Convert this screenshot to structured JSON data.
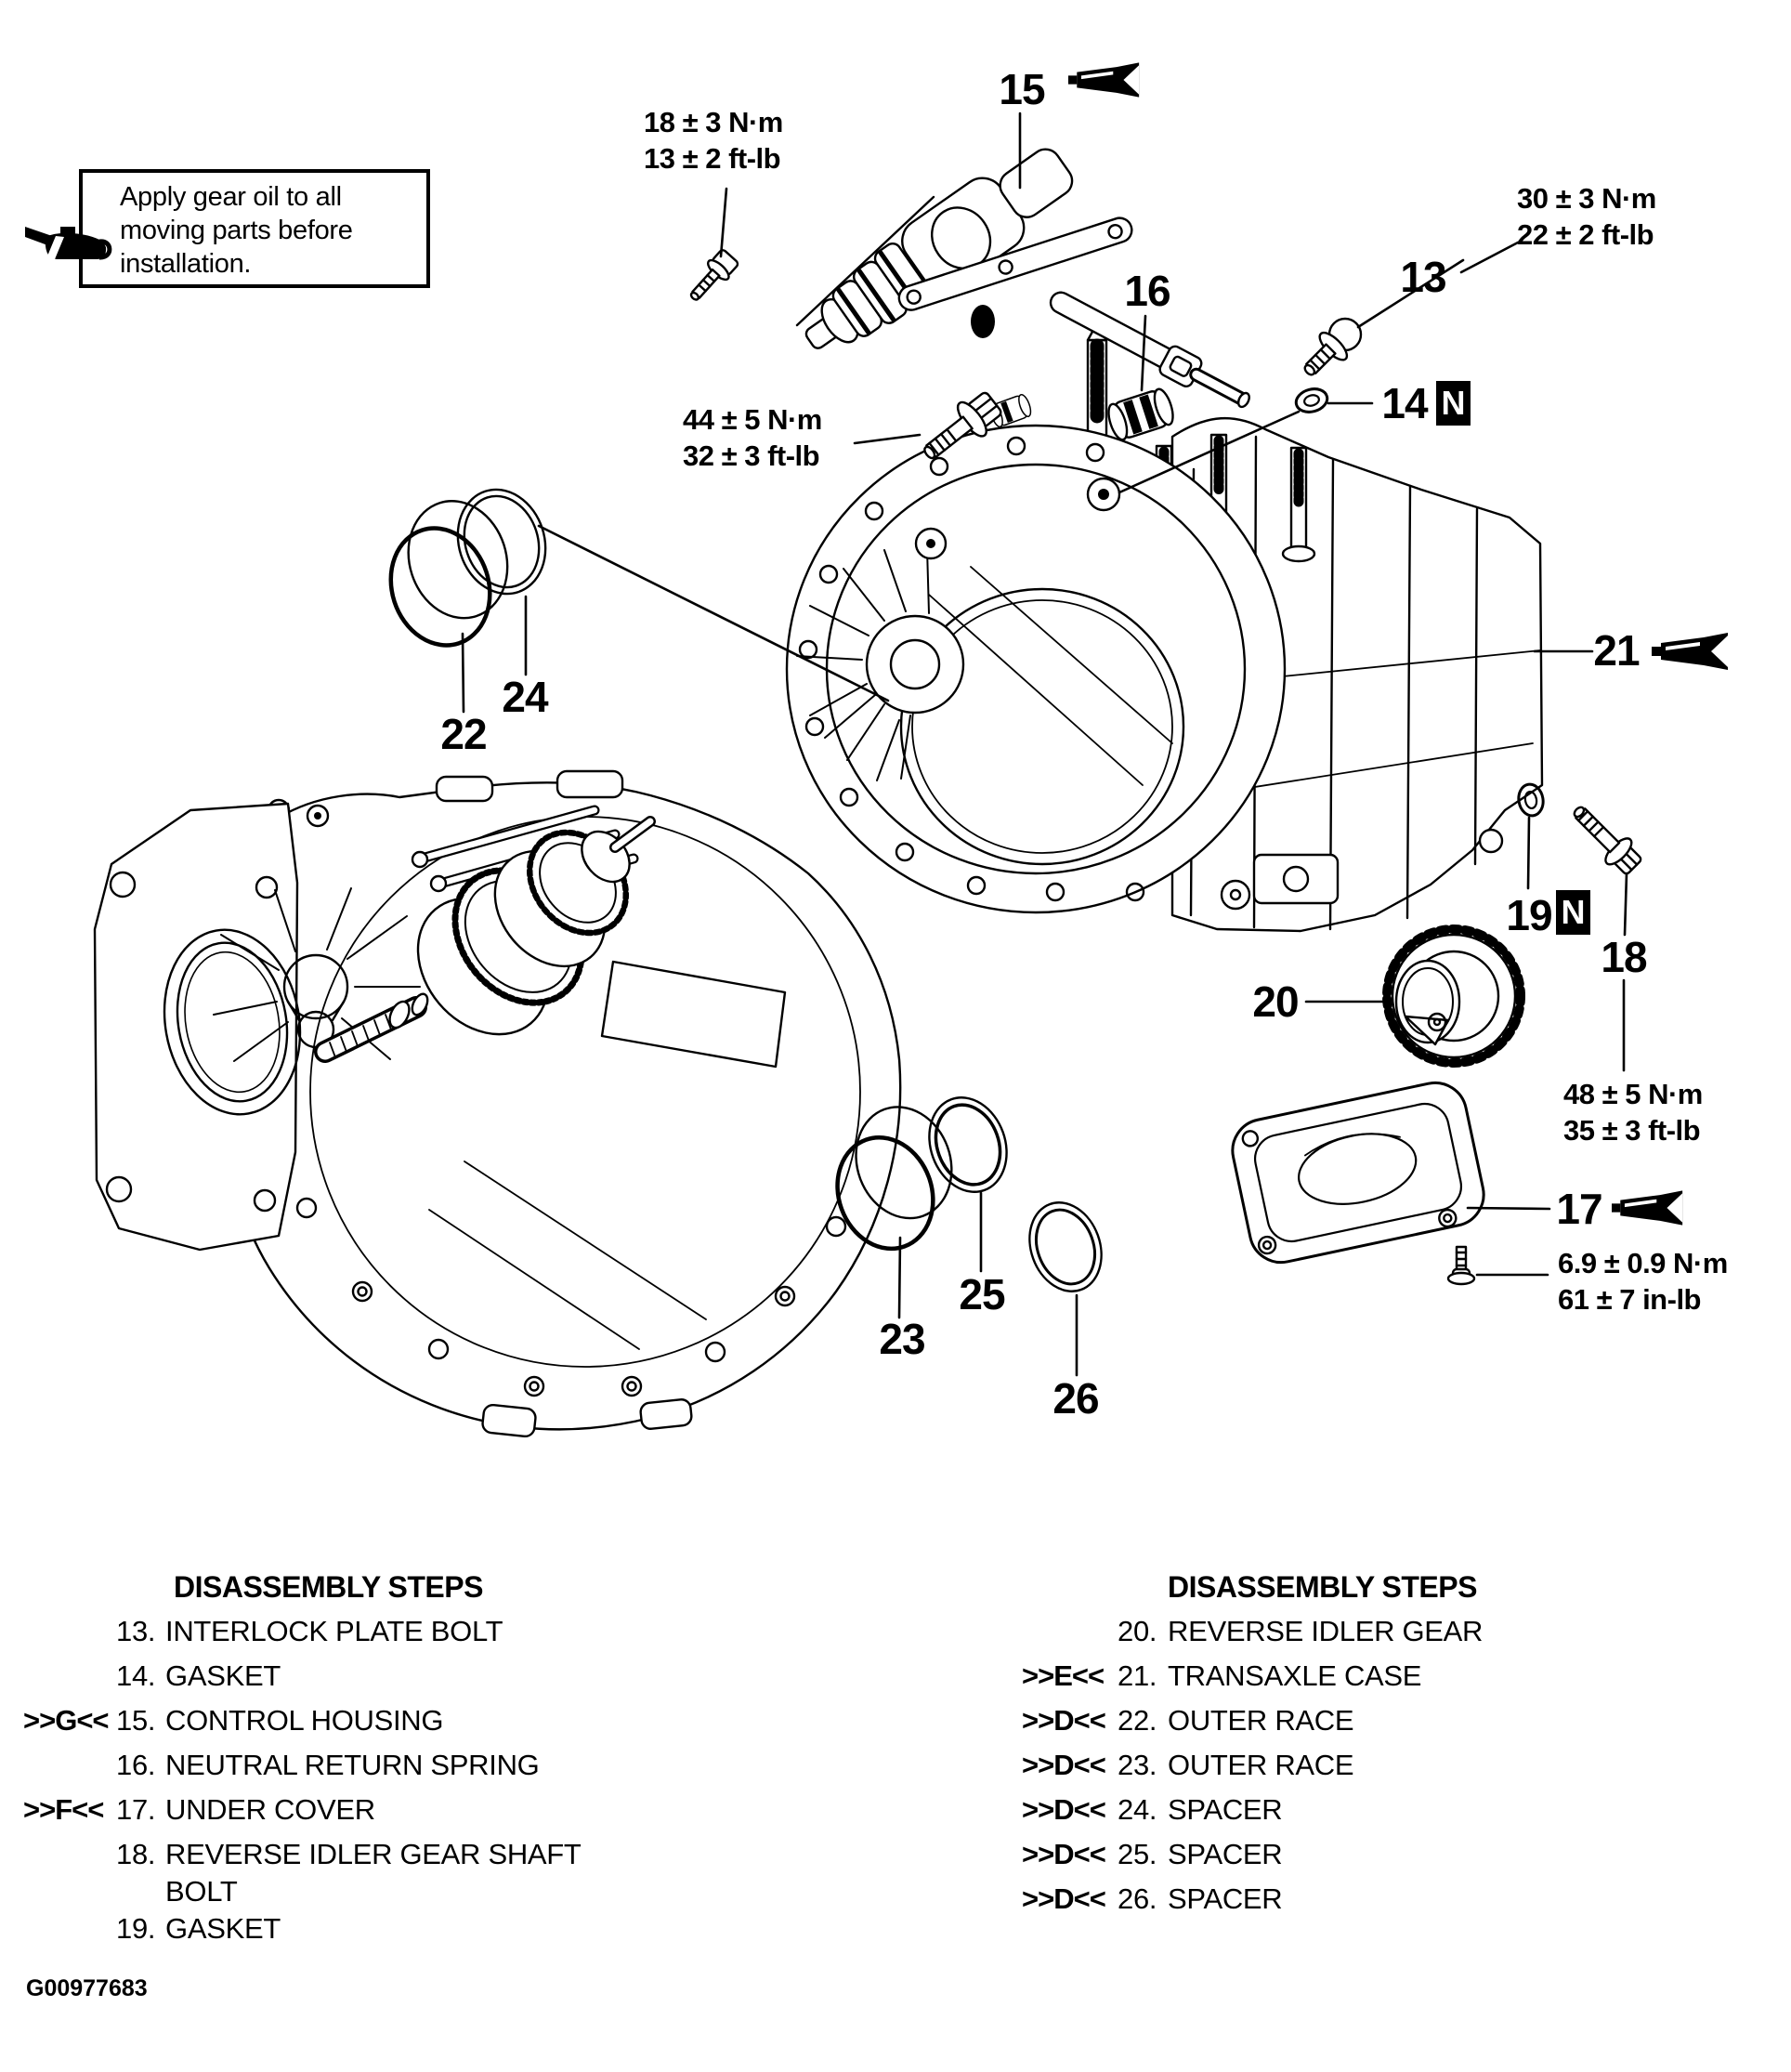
{
  "note": {
    "text": "Apply gear oil to all moving parts before installation."
  },
  "icons": {
    "oil_can": "oil-can",
    "grease_tube": "grease-tube",
    "non_reusable_badge": "N"
  },
  "colors": {
    "ink": "#000000",
    "paper": "#ffffff"
  },
  "callouts": {
    "c13": "13",
    "c14": "14",
    "c15": "15",
    "c16": "16",
    "c17": "17",
    "c18": "18",
    "c19": "19",
    "c20": "20",
    "c21": "21",
    "c22": "22",
    "c23": "23",
    "c24": "24",
    "c25": "25",
    "c26": "26",
    "n_badge": "N"
  },
  "torque_specs": {
    "control_housing_bolt": {
      "metric": "18 ± 3 N·m",
      "imperial": "13 ± 2 ft-lb"
    },
    "case_bolt": {
      "metric": "44 ± 5 N·m",
      "imperial": "32 ± 3 ft-lb"
    },
    "interlock_plate_bolt": {
      "metric": "30 ± 3 N·m",
      "imperial": "22 ± 2 ft-lb"
    },
    "reverse_idler_gear_shaft_bolt": {
      "metric": "48 ± 5 N·m",
      "imperial": "35 ± 3 ft-lb"
    },
    "under_cover_bolt": {
      "metric": "6.9 ± 0.9 N·m",
      "imperial": "61 ± 7 in-lb"
    }
  },
  "left_list": {
    "title": "DISASSEMBLY STEPS",
    "items": [
      {
        "prefix": "",
        "num": "13.",
        "label": "INTERLOCK PLATE BOLT"
      },
      {
        "prefix": "",
        "num": "14.",
        "label": "GASKET"
      },
      {
        "prefix": ">>G<<",
        "num": "15.",
        "label": "CONTROL HOUSING"
      },
      {
        "prefix": "",
        "num": "16.",
        "label": "NEUTRAL RETURN SPRING"
      },
      {
        "prefix": ">>F<<",
        "num": "17.",
        "label": "UNDER COVER"
      },
      {
        "prefix": "",
        "num": "18.",
        "label": "REVERSE IDLER GEAR SHAFT BOLT"
      },
      {
        "prefix": "",
        "num": "19.",
        "label": "GASKET"
      }
    ]
  },
  "right_list": {
    "title": "DISASSEMBLY STEPS",
    "items": [
      {
        "prefix": "",
        "num": "20.",
        "label": "REVERSE IDLER GEAR"
      },
      {
        "prefix": ">>E<<",
        "num": "21.",
        "label": "TRANSAXLE CASE"
      },
      {
        "prefix": ">>D<<",
        "num": "22.",
        "label": "OUTER RACE"
      },
      {
        "prefix": ">>D<<",
        "num": "23.",
        "label": "OUTER RACE"
      },
      {
        "prefix": ">>D<<",
        "num": "24.",
        "label": "SPACER"
      },
      {
        "prefix": ">>D<<",
        "num": "25.",
        "label": "SPACER"
      },
      {
        "prefix": ">>D<<",
        "num": "26.",
        "label": "SPACER"
      }
    ]
  },
  "figure_code": "G00977683"
}
